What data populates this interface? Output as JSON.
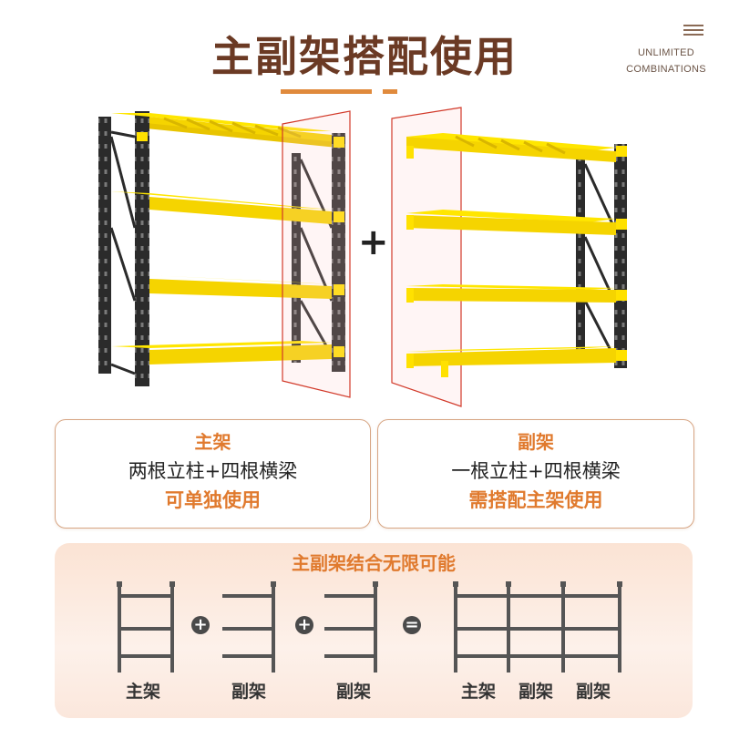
{
  "header": {
    "title": "主副架搭配使用",
    "corner_lines": [
      "UNLIMITED",
      "COMBINATIONS"
    ]
  },
  "illustration": {
    "operator": "+"
  },
  "cards": {
    "main": {
      "title": "主架",
      "desc": "两根立柱+四根横梁",
      "note": "可单独使用"
    },
    "sub": {
      "title": "副架",
      "desc": "一根立柱+四根横梁",
      "note": "需搭配主架使用"
    }
  },
  "combo": {
    "title": "主副架结合无限可能",
    "labels": {
      "main": "主架",
      "sub1": "副架",
      "sub2": "副架",
      "res_main": "主架",
      "res_sub1": "副架",
      "res_sub2": "副架"
    },
    "plus1": "+",
    "plus2": "+",
    "equals": "="
  },
  "colors": {
    "shelf_yellow": "#ffe100",
    "frame_black": "#2b2b2b",
    "accent_orange": "#e07a2e",
    "title_brown": "#6b3a24"
  }
}
